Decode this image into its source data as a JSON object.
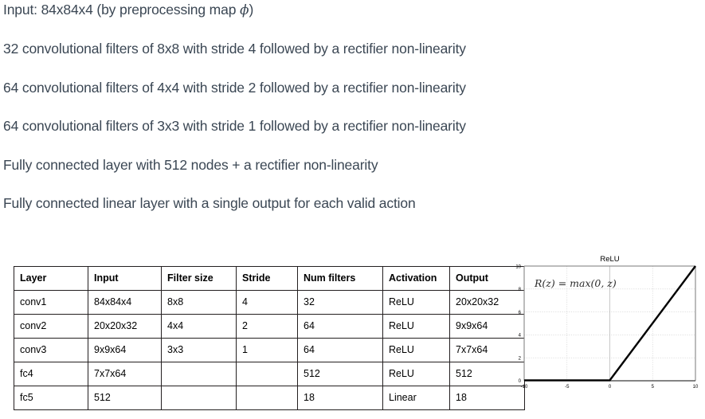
{
  "description": {
    "lines": [
      "Input: 84x84x4 (by preprocessing map ",
      "32 convolutional filters of 8x8 with stride 4 followed by a rectifier non-linearity",
      "64 convolutional filters of 4x4 with stride 2 followed by a rectifier non-linearity",
      "64 convolutional filters of 3x3 with stride 1 followed by a rectifier non-linearity",
      "Fully connected layer with 512 nodes + a rectifier non-linearity",
      "Fully connected linear layer with a single output for each valid action"
    ],
    "line1_prefix": "Input: 84x84x4 (by preprocessing map ",
    "line1_symbol": "ϕ",
    "line1_suffix": ")"
  },
  "table": {
    "headers": [
      "Layer",
      "Input",
      "Filter size",
      "Stride",
      "Num filters",
      "Activation",
      "Output"
    ],
    "rows": [
      [
        "conv1",
        "84x84x4",
        "8x8",
        "4",
        "32",
        "ReLU",
        "20x20x32"
      ],
      [
        "conv2",
        "20x20x32",
        "4x4",
        "2",
        "64",
        "ReLU",
        "9x9x64"
      ],
      [
        "conv3",
        "9x9x64",
        "3x3",
        "1",
        "64",
        "ReLU",
        "7x7x64"
      ],
      [
        "fc4",
        "7x7x64",
        "",
        "",
        "512",
        "ReLU",
        "512"
      ],
      [
        "fc5",
        "512",
        "",
        "",
        "18",
        "Linear",
        "18"
      ]
    ]
  },
  "chart_data": {
    "type": "line",
    "title": "ReLU",
    "annotation": "R(z) = max(0,  z)",
    "annotation_parts": {
      "fn": "R",
      "arg": "(z)",
      "eq": "=",
      "max": "max",
      "args": "(0,  z)"
    },
    "xlabel": "",
    "ylabel": "",
    "xlim": [
      -10,
      10
    ],
    "ylim": [
      0,
      10
    ],
    "xticks": [
      "-10",
      "-5",
      "0",
      "5",
      "10"
    ],
    "xtick_values": [
      -10,
      -5,
      0,
      5,
      10
    ],
    "yticks": [
      "0",
      "2",
      "4",
      "6",
      "8",
      "10"
    ],
    "ytick_values": [
      0,
      2,
      4,
      6,
      8,
      10
    ],
    "grid": true,
    "legend": "none",
    "series": [
      {
        "name": "ReLU",
        "color": "#000000",
        "x": [
          -10,
          -5,
          0,
          5,
          10
        ],
        "y": [
          0,
          0,
          0,
          5,
          10
        ]
      }
    ]
  },
  "colors": {
    "text": "#3b4754",
    "table_border": "#231f20",
    "table_text": "#000000",
    "plot_line": "#000000",
    "grid": "#cccccc",
    "background": "#ffffff"
  }
}
